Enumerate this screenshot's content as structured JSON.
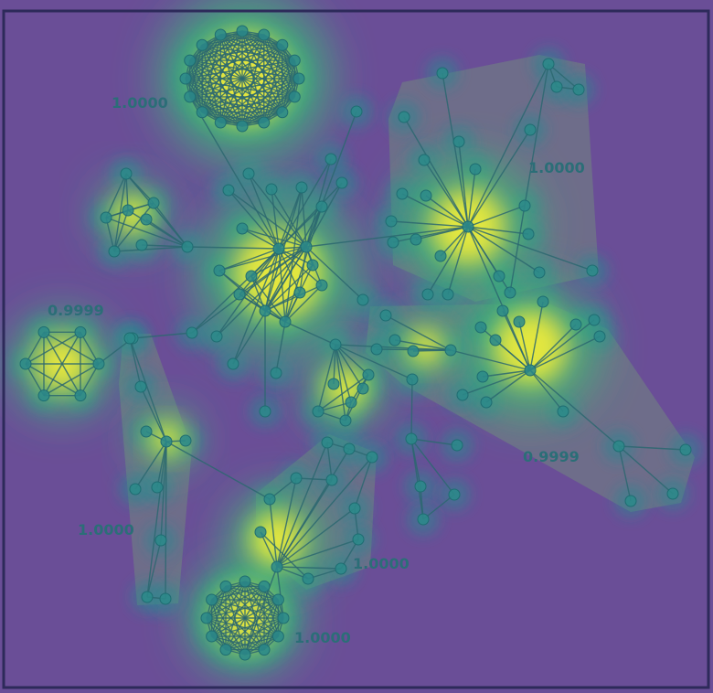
{
  "colors": {
    "background": "#6a4e97",
    "frame": "#2d2a5a",
    "heat_low": "#25868f",
    "heat_mid": "#3cb878",
    "heat_high": "#f4ee38",
    "hull_fill": "#71877f",
    "edge": "#2b6770",
    "node_fill": "#2b8a8a",
    "node_stroke": "#1f6d72",
    "label": "#2b6e77"
  },
  "clusters": [
    {
      "id": "cluster-top",
      "score": "1.0000"
    },
    {
      "id": "cluster-right-top",
      "score": "1.0000"
    },
    {
      "id": "cluster-left-hexagon",
      "score": "0.9999"
    },
    {
      "id": "cluster-right-bottom",
      "score": "0.9999"
    },
    {
      "id": "cluster-left-bottom",
      "score": "1.0000"
    },
    {
      "id": "cluster-bottom-fan",
      "score": "1.0000"
    },
    {
      "id": "cluster-bottom-dense",
      "score": "1.0000"
    }
  ]
}
